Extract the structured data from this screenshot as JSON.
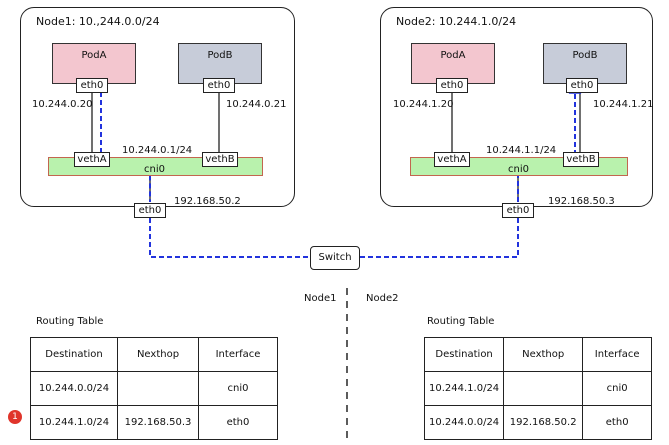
{
  "node1": {
    "title": "Node1: 10.,244.0.0/24",
    "podA": {
      "name": "PodA",
      "eth": "eth0",
      "ip": "10.244.0.20"
    },
    "podB": {
      "name": "PodB",
      "eth": "eth0",
      "ip": "10.244.0.21"
    },
    "vethA": "vethA",
    "vethB": "vethB",
    "cni": {
      "name": "cni0",
      "ip": "10.244.0.1/24"
    },
    "eth": {
      "name": "eth0",
      "ip": "192.168.50.2"
    }
  },
  "node2": {
    "title": "Node2: 10.244.1.0/24",
    "podA": {
      "name": "PodA",
      "eth": "eth0",
      "ip": "10.244.1.20"
    },
    "podB": {
      "name": "PodB",
      "eth": "eth0",
      "ip": "10.244.1.21"
    },
    "vethA": "vethA",
    "vethB": "vethB",
    "cni": {
      "name": "cni0",
      "ip": "10.244.1.1/24"
    },
    "eth": {
      "name": "eth0",
      "ip": "192.168.50.3"
    }
  },
  "switch_label": "Switch",
  "divider": {
    "left": "Node1",
    "right": "Node2"
  },
  "table1": {
    "title": "Routing Table",
    "headers": [
      "Destination",
      "Nexthop",
      "Interface"
    ],
    "rows": [
      [
        "10.244.0.0/24",
        "",
        "cni0"
      ],
      [
        "10.244.1.0/24",
        "192.168.50.3",
        "eth0"
      ]
    ]
  },
  "table2": {
    "title": "Routing Table",
    "headers": [
      "Destination",
      "Nexthop",
      "Interface"
    ],
    "rows": [
      [
        "10.244.1.0/24",
        "",
        "cni0"
      ],
      [
        "10.244.0.0/24",
        "192.168.50.2",
        "eth0"
      ]
    ]
  },
  "marker": "1",
  "colors": {
    "pod_a": "#f3c6cf",
    "pod_b": "#c7ccd9",
    "cni": "#b9f2ad",
    "path": "#2233dd",
    "marker": "#e0352b"
  }
}
